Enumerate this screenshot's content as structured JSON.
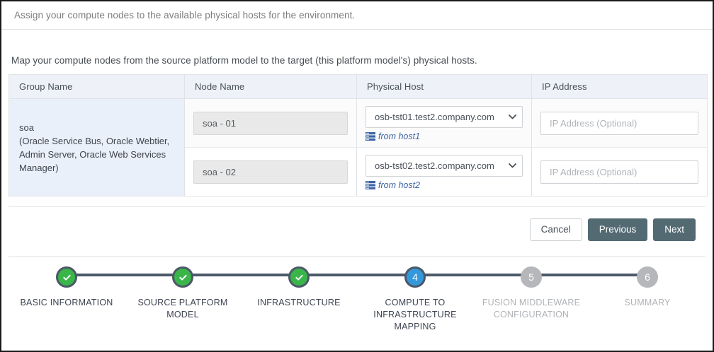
{
  "header": {
    "instruction": "Assign your compute nodes to the available physical hosts for the environment."
  },
  "main": {
    "intro": "Map your compute nodes from the source platform model to the target (this platform model's) physical hosts.",
    "table": {
      "columns": [
        "Group Name",
        "Node Name",
        "Physical Host",
        "IP Address"
      ],
      "group": {
        "name": "soa",
        "description": "(Oracle Service Bus, Oracle Webtier, Admin Server, Oracle Web Services Manager)"
      },
      "rows": [
        {
          "node_name": "soa - 01",
          "physical_host": "osb-tst01.test2.company.com",
          "from_host": "from host1",
          "from_host_icon": "server-rack-icon",
          "ip_value": "",
          "ip_placeholder": "IP Address (Optional)"
        },
        {
          "node_name": "soa - 02",
          "physical_host": "osb-tst02.test2.company.com",
          "from_host": "from host2",
          "from_host_icon": "server-rack-icon",
          "ip_value": "",
          "ip_placeholder": "IP Address (Optional)"
        }
      ]
    }
  },
  "actions": {
    "cancel": "Cancel",
    "previous": "Previous",
    "next": "Next"
  },
  "stepper": {
    "steps": [
      {
        "marker": "✓",
        "label": "BASIC INFORMATION",
        "state": "done"
      },
      {
        "marker": "✓",
        "label": "SOURCE PLATFORM MODEL",
        "state": "done"
      },
      {
        "marker": "✓",
        "label": "INFRASTRUCTURE",
        "state": "done"
      },
      {
        "marker": "4",
        "label": "COMPUTE TO INFRASTRUCTURE MAPPING",
        "state": "active"
      },
      {
        "marker": "5",
        "label": "FUSION MIDDLEWARE CONFIGURATION",
        "state": "todo"
      },
      {
        "marker": "6",
        "label": "SUMMARY",
        "state": "todo"
      }
    ]
  },
  "colors": {
    "done": "#3ab54a",
    "active": "#3498db",
    "todo": "#b5b7ba",
    "connector": "#4c5868",
    "primary_button": "#546a73",
    "header_bg": "#eef2f8",
    "group_bg": "#eaf0f9",
    "link": "#3c64a5"
  }
}
